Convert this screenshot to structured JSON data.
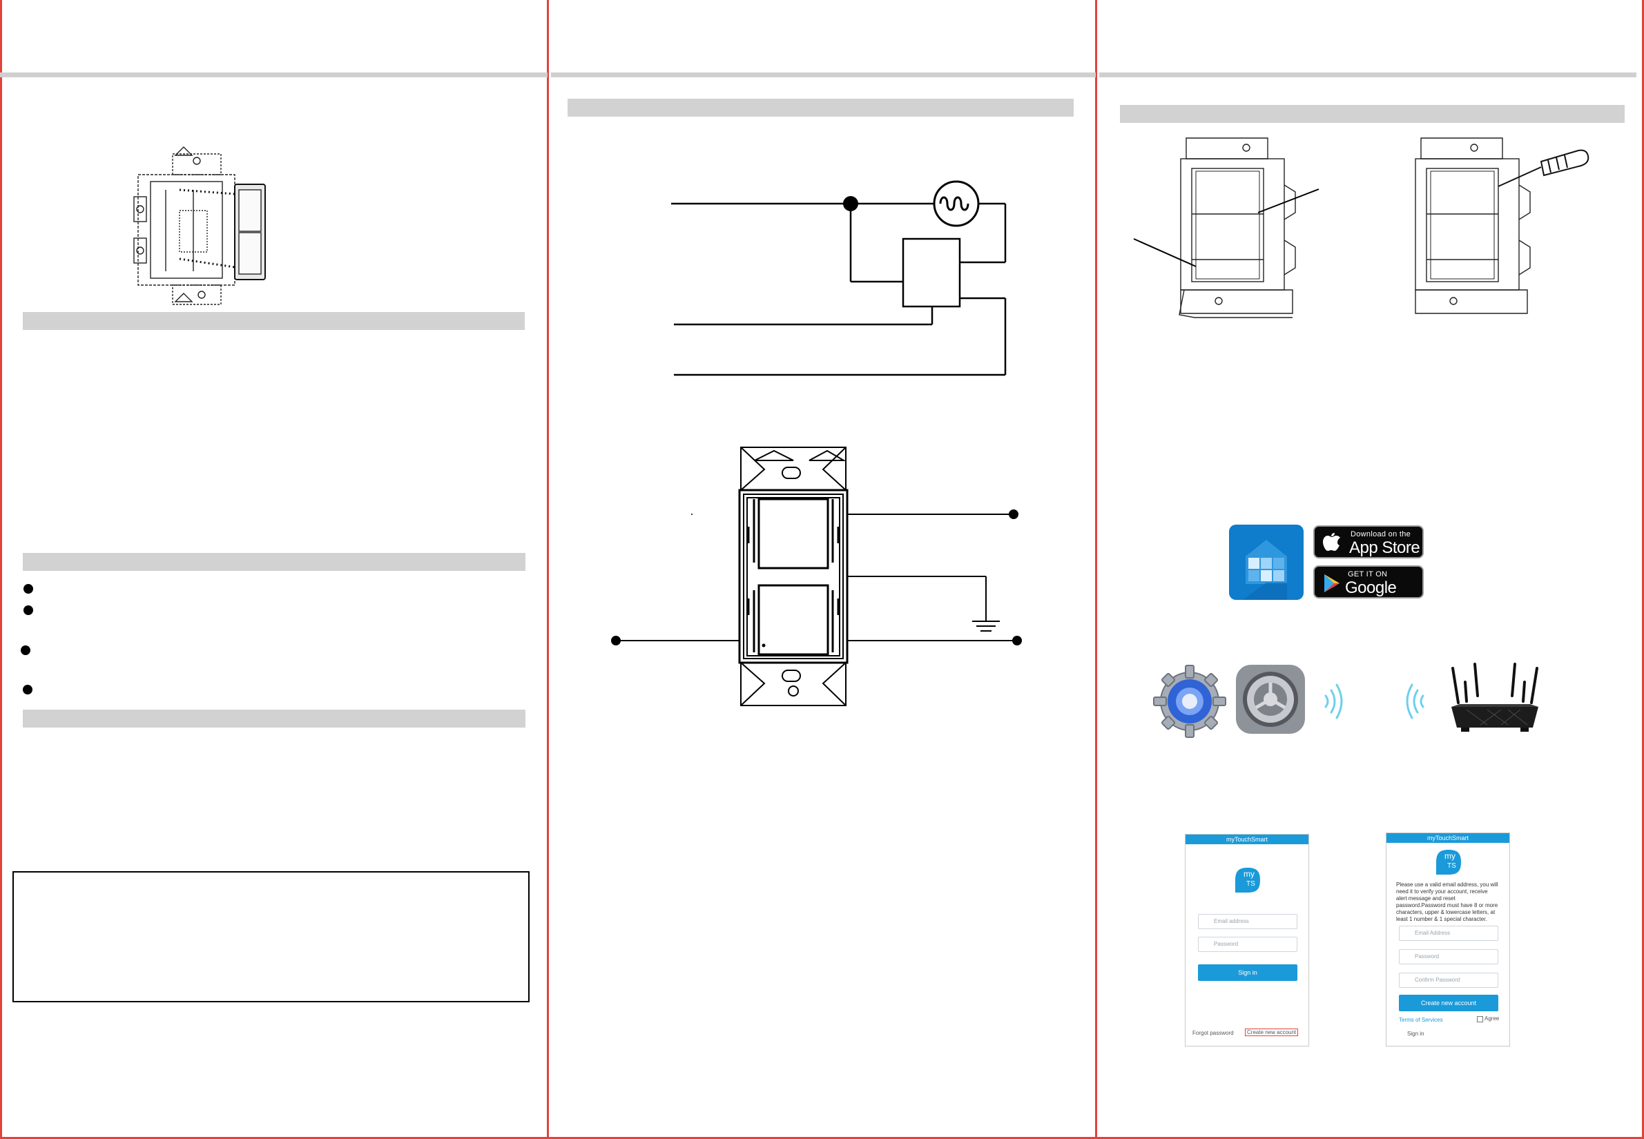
{
  "colors": {
    "panel_border": "#e2413c",
    "section_bar": "#d2d2d2",
    "app_blue": "#1a9ad9",
    "app_tile_blue": "#0f7ccc"
  },
  "app_icons": {
    "home_app": "house-app-icon",
    "app_store": "apple-icon",
    "google_play": "play-triangle-icon",
    "settings_android": "gear-icon",
    "settings_ios": "gear-icon",
    "router": "wifi-router-icon"
  },
  "badges": {
    "app_store_small": "Download on the",
    "app_store_large": "App Store",
    "google_play_small": "GET IT ON",
    "google_play_large": "Google Play"
  },
  "phone_left": {
    "brand": "myTouchSmart",
    "logo_top": "my",
    "logo_bottom": "TS",
    "email_placeholder": "Email address",
    "password_placeholder": "Password",
    "sign_in_button": "Sign in",
    "forgot_password": "Forgot password",
    "create_account": "Create new account"
  },
  "phone_right": {
    "brand": "myTouchSmart",
    "logo_top": "my",
    "logo_bottom": "TS",
    "note_line_1": "Please use a valid email address, you will",
    "note_line_2": "need it to verify your account, receive",
    "note_line_3": "alert message and reset",
    "note_line_4": "password.Password must have 8 or more",
    "note_line_5": "characters, upper & lowercase letters, at",
    "note_line_6": "least 1 number & 1 special character.",
    "email_placeholder": "Email Address",
    "password_placeholder": "Password",
    "confirm_placeholder": "Confirm Password",
    "create_button": "Create new account",
    "terms_link": "Terms of Services",
    "agree_label": "Agree",
    "sign_in_link": "Sign in"
  }
}
